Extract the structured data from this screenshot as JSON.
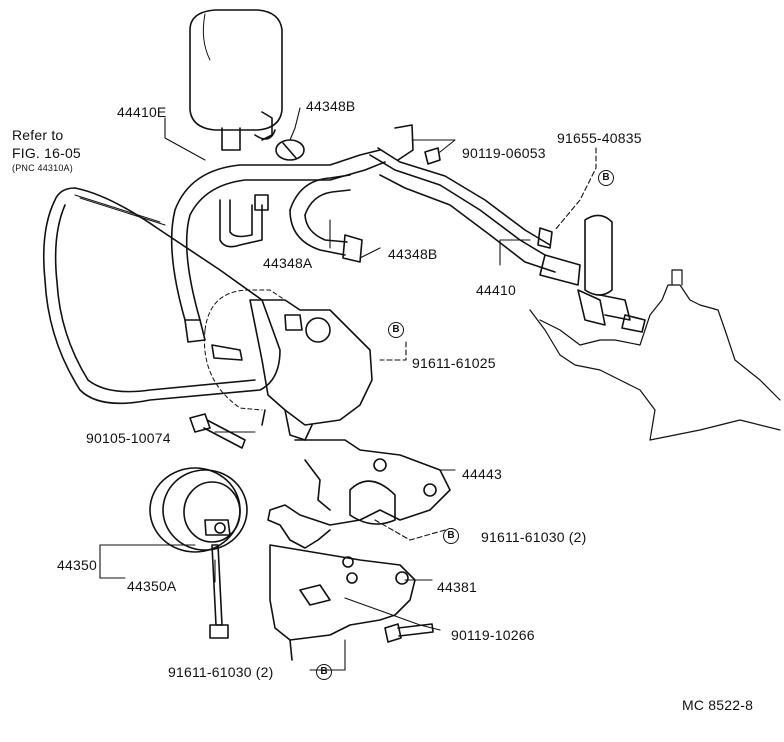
{
  "diagram": {
    "refer_note": {
      "line1": "Refer to",
      "line2": "FIG. 16-05",
      "line3": "(PNC 44310A)"
    },
    "circle_marker_letter": "B",
    "labels": {
      "p44410E": "44410E",
      "p44348B_top": "44348B",
      "p90119_06053": "90119-06053",
      "p91655_40835": "91655-40835",
      "p44348A": "44348A",
      "p44348B_mid": "44348B",
      "p44410": "44410",
      "p91611_61025": "91611-61025",
      "p90105_10074": "90105-10074",
      "p44443": "44443",
      "p91611_61030_right": "91611-61030 (2)",
      "p44350": "44350",
      "p44350A": "44350A",
      "p44381": "44381",
      "p90119_10266": "90119-10266",
      "p91611_61030_bottom": "91611-61030 (2)"
    },
    "figure_code": "MC 8522-8"
  }
}
